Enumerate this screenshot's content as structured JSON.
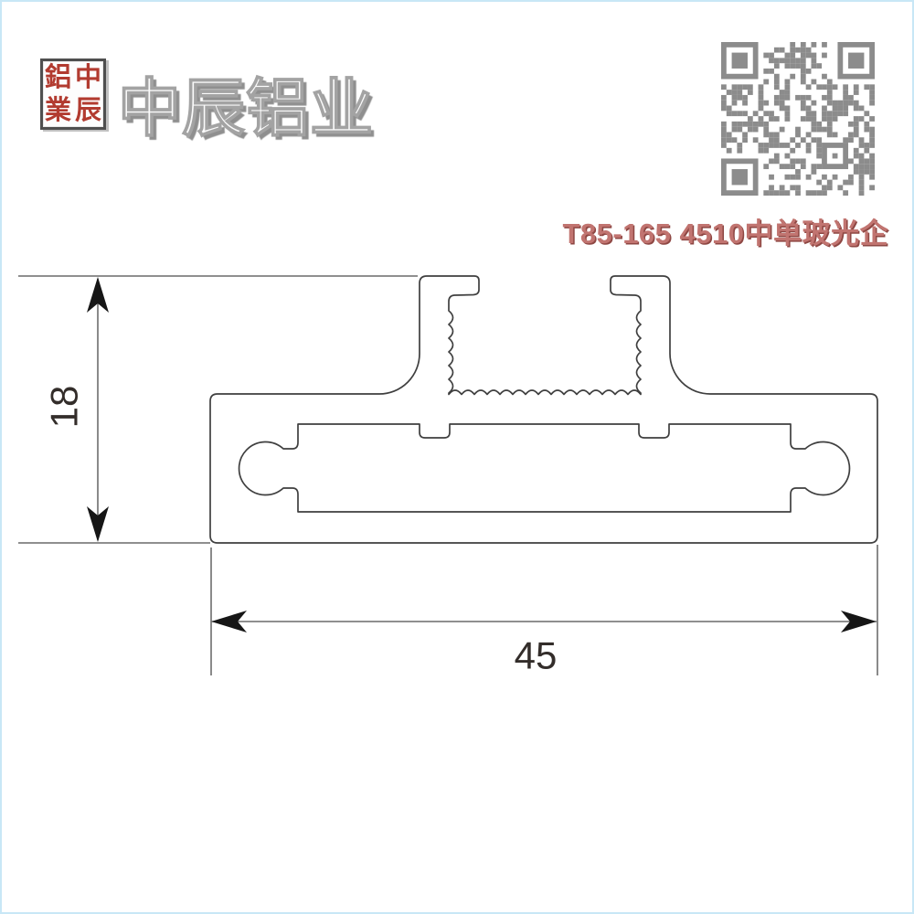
{
  "branding": {
    "seal": {
      "chars": [
        "鋁",
        "中",
        "業",
        "辰"
      ]
    },
    "company_name": "中辰铝业"
  },
  "product": {
    "code": "T85-165 4510中单玻光企"
  },
  "drawing": {
    "type": "extrusion-profile-cross-section",
    "dim_height": "18",
    "dim_width": "45"
  },
  "colors": {
    "seal_red": "#b23b30",
    "product_text": "#c17470",
    "qr_gray": "#8c8c8c",
    "line": "#3f3f3f",
    "page_border": "#c8e7f6"
  }
}
